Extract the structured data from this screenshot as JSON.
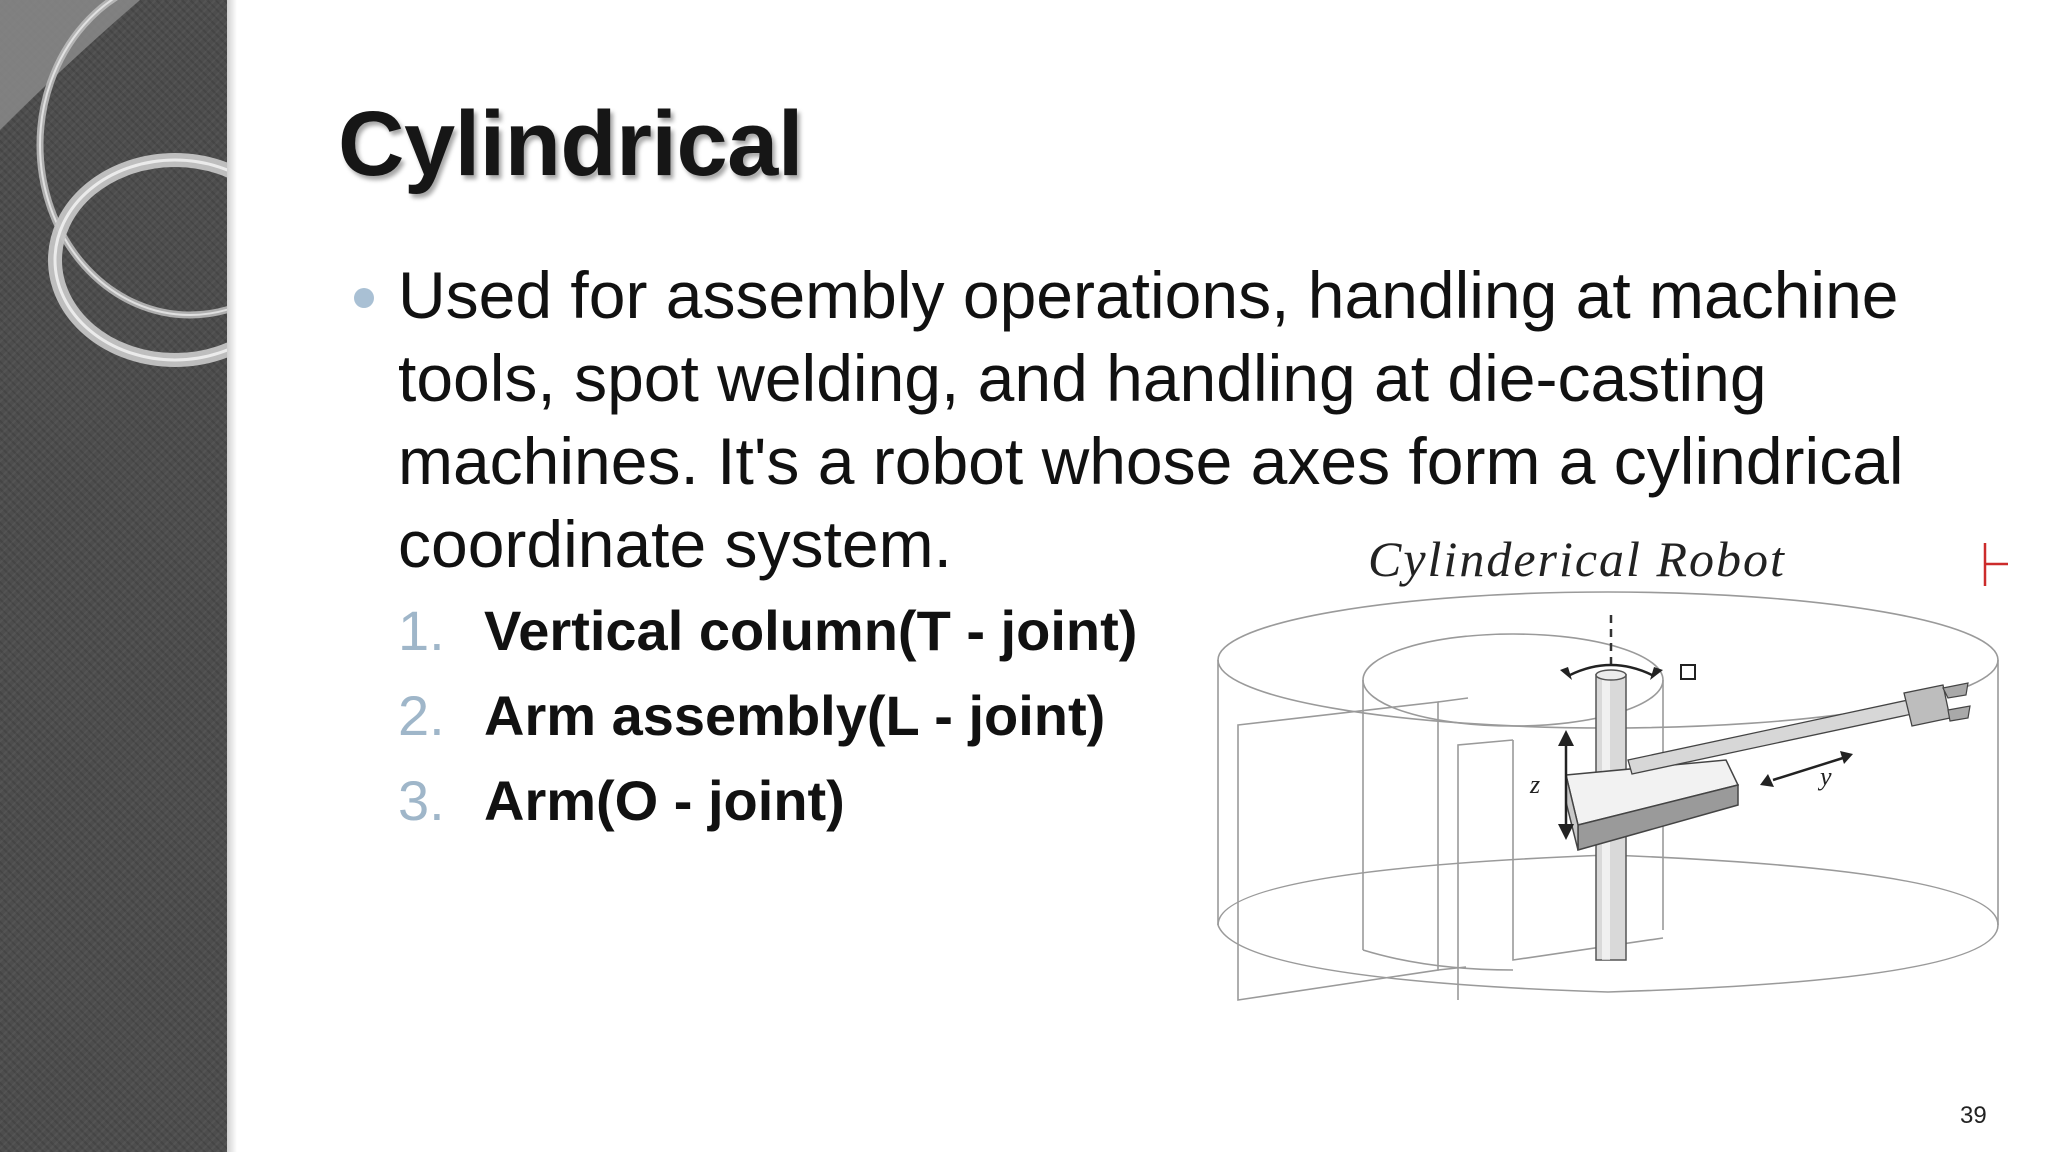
{
  "slide": {
    "title": "Cylindrical",
    "bullet": "Used for assembly operations, handling at machine tools, spot welding, and handling at die-casting machines. It's a robot whose axes form a cylindrical coordinate system.",
    "sub_items": [
      {
        "number": "1.",
        "text": "Vertical column(T - joint)"
      },
      {
        "number": "2.",
        "text": "Arm assembly(L - joint)"
      },
      {
        "number": "3.",
        "text": "Arm(O - joint)"
      }
    ],
    "figure": {
      "caption": "Cylinderical Robot",
      "axis_z": "z",
      "axis_y": "y"
    },
    "page_number": "39"
  },
  "colors": {
    "sidebar": "#4d4d4d",
    "bullet_accent": "#a9c0d4",
    "number_accent": "#9fb6c9",
    "text": "#111111"
  }
}
